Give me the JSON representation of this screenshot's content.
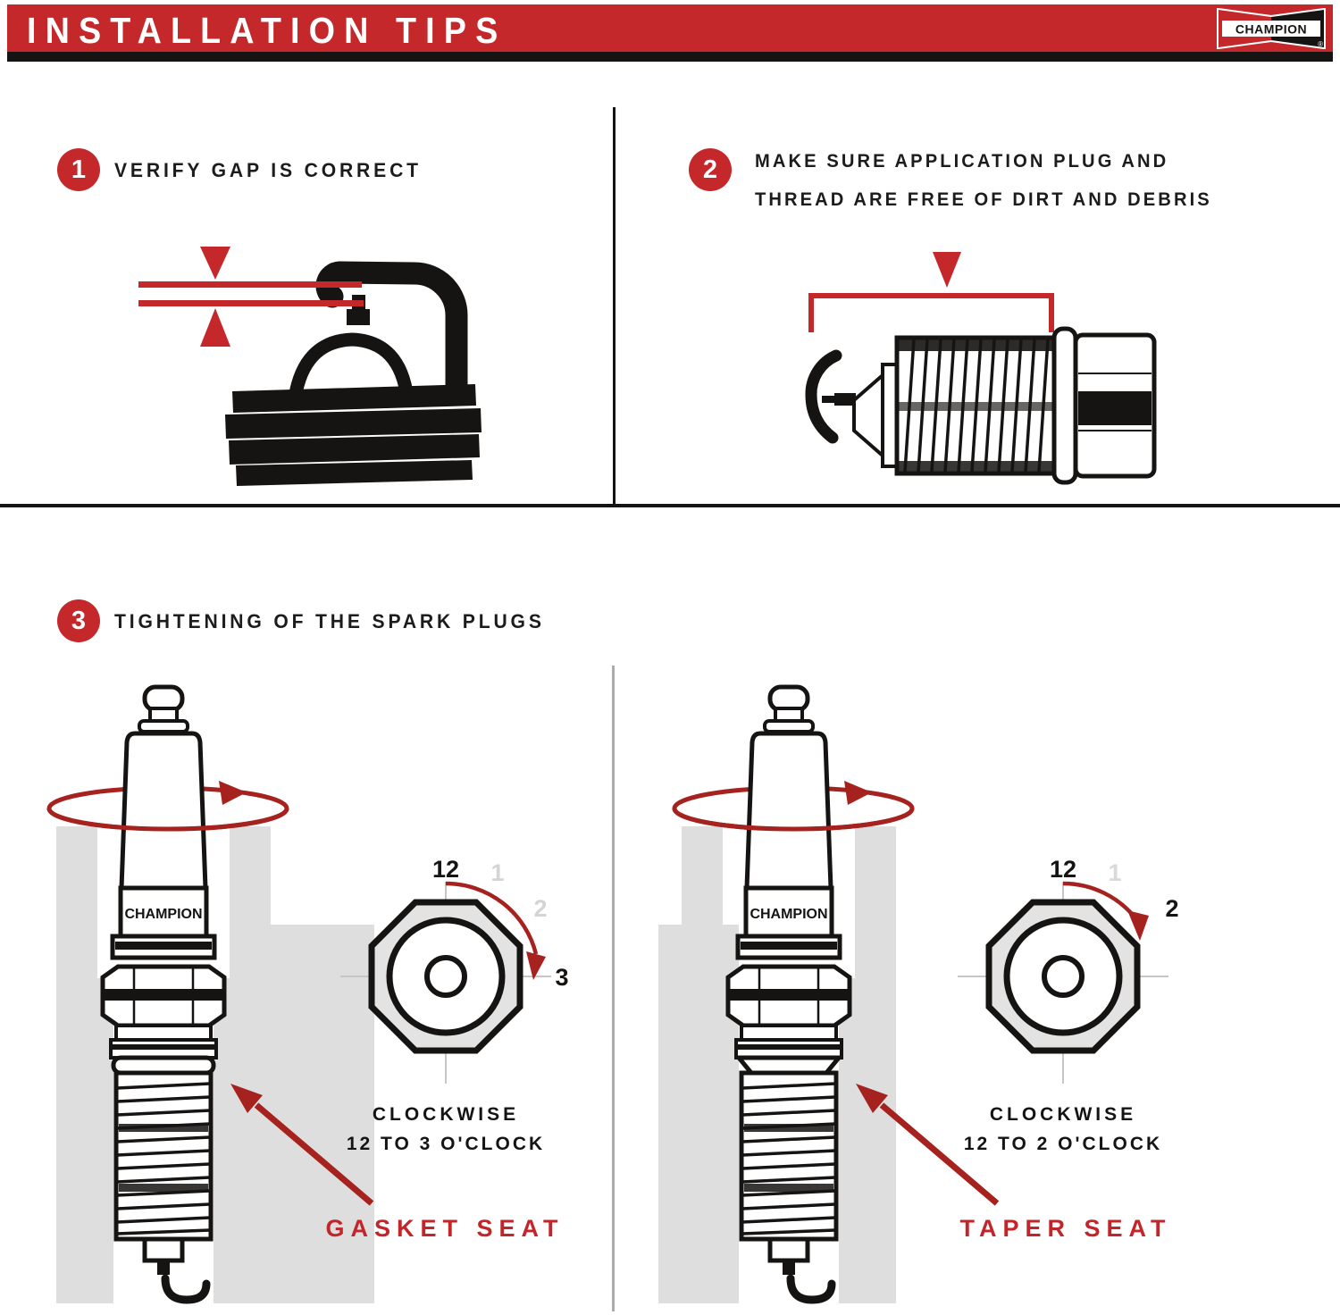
{
  "header": {
    "title": "INSTALLATION TIPS",
    "logo_text": "CHAMPION",
    "logo_registered": "®"
  },
  "steps": {
    "step1": {
      "number": "1",
      "title": "VERIFY GAP IS CORRECT"
    },
    "step2": {
      "number": "2",
      "title_line1": "MAKE SURE APPLICATION PLUG AND",
      "title_line2": "THREAD ARE FREE OF DIRT AND DEBRIS"
    },
    "step3": {
      "number": "3",
      "title": "TIGHTENING OF THE SPARK PLUGS"
    }
  },
  "gasket_panel": {
    "plug_brand": "CHAMPION",
    "clock_labels": {
      "twelve": "12",
      "one": "1",
      "two": "2",
      "three": "3"
    },
    "caption_line1": "CLOCKWISE",
    "caption_line2": "12 TO 3 O'CLOCK",
    "seat_label": "GASKET SEAT"
  },
  "taper_panel": {
    "plug_brand": "CHAMPION",
    "clock_labels": {
      "twelve": "12",
      "one": "1",
      "two": "2"
    },
    "caption_line1": "CLOCKWISE",
    "caption_line2": "12 TO 2 O'CLOCK",
    "seat_label": "TAPER SEAT"
  },
  "colors": {
    "accent_red": "#c4282b",
    "arrow_red": "#a6221f",
    "ink": "#161413",
    "slab_gray": "#dedede"
  }
}
